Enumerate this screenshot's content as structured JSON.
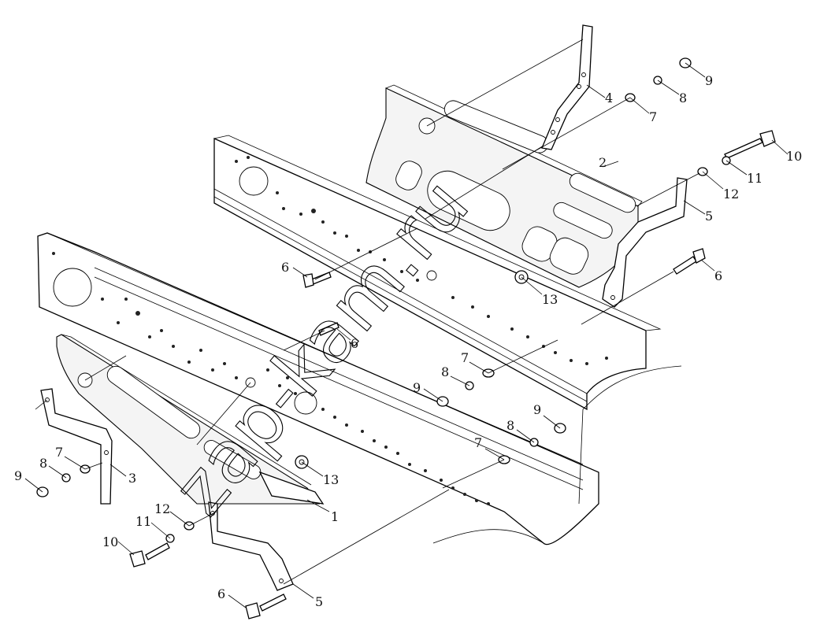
{
  "watermark": "zap-kam.ru",
  "callouts": [
    {
      "n": "1"
    },
    {
      "n": "2"
    },
    {
      "n": "3"
    },
    {
      "n": "4"
    },
    {
      "n": "5"
    },
    {
      "n": "5"
    },
    {
      "n": "6"
    },
    {
      "n": "6"
    },
    {
      "n": "6"
    },
    {
      "n": "6"
    },
    {
      "n": "7"
    },
    {
      "n": "7"
    },
    {
      "n": "7"
    },
    {
      "n": "7"
    },
    {
      "n": "8"
    },
    {
      "n": "8"
    },
    {
      "n": "8"
    },
    {
      "n": "8"
    },
    {
      "n": "9"
    },
    {
      "n": "9"
    },
    {
      "n": "9"
    },
    {
      "n": "9"
    },
    {
      "n": "10"
    },
    {
      "n": "10"
    },
    {
      "n": "11"
    },
    {
      "n": "11"
    },
    {
      "n": "12"
    },
    {
      "n": "12"
    },
    {
      "n": "13"
    },
    {
      "n": "13"
    }
  ]
}
